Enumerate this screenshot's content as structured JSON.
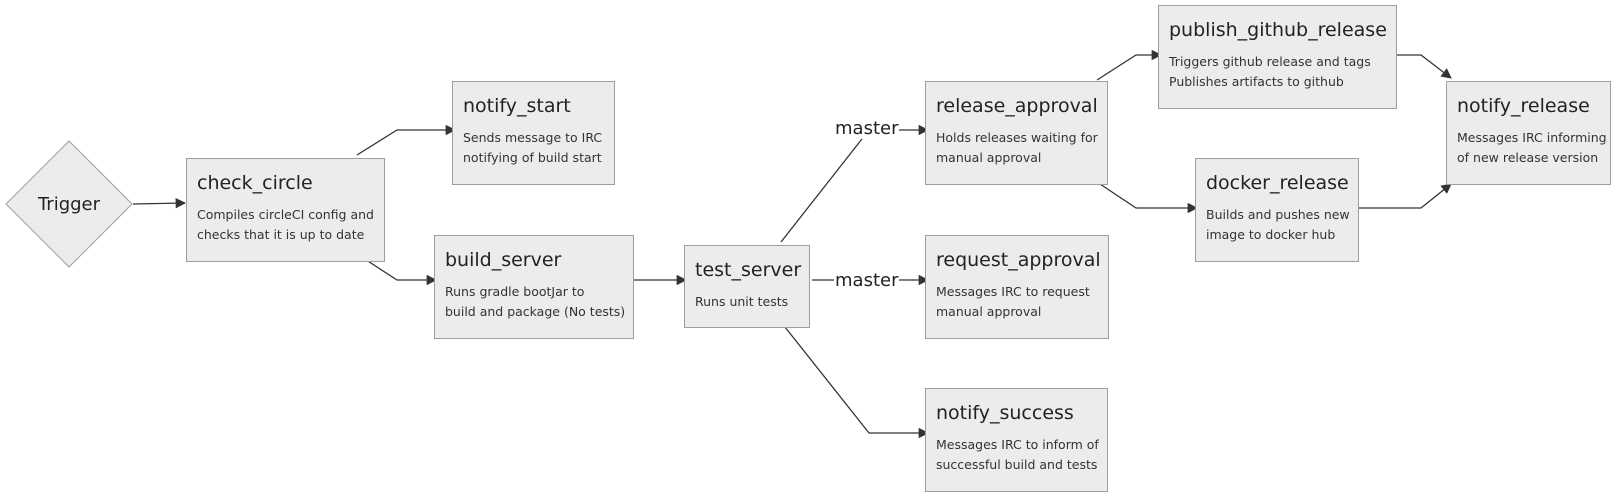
{
  "trigger": {
    "label": "Trigger"
  },
  "nodes": {
    "check_circle": {
      "title": "check_circle",
      "desc": [
        "Compiles circleCI config and",
        "checks that it is up to date"
      ]
    },
    "notify_start": {
      "title": "notify_start",
      "desc": [
        "Sends message to IRC",
        "notifying of build start"
      ]
    },
    "build_server": {
      "title": "build_server",
      "desc": [
        "Runs gradle bootJar to",
        "build and package (No tests)"
      ]
    },
    "test_server": {
      "title": "test_server",
      "desc": [
        "Runs unit tests"
      ]
    },
    "release_approval": {
      "title": "release_approval",
      "desc": [
        "Holds releases waiting for",
        "manual approval"
      ]
    },
    "request_approval": {
      "title": "request_approval",
      "desc": [
        "Messages IRC to request",
        "manual approval"
      ]
    },
    "notify_success": {
      "title": "notify_success",
      "desc": [
        "Messages IRC to inform of",
        "successful build and tests"
      ]
    },
    "publish_github_release": {
      "title": "publish_github_release",
      "desc": [
        "Triggers github release and tags",
        "Publishes artifacts to github"
      ]
    },
    "docker_release": {
      "title": "docker_release",
      "desc": [
        "Builds and pushes new",
        "image to docker hub"
      ]
    },
    "notify_release": {
      "title": "notify_release",
      "desc": [
        "Messages IRC informing",
        "of new release version"
      ]
    }
  },
  "edge_labels": {
    "to_release_approval": "master",
    "to_request_approval": "master"
  },
  "colors": {
    "node_fill": "#ececec",
    "node_border": "#9e9e9e",
    "edge": "#333333"
  }
}
